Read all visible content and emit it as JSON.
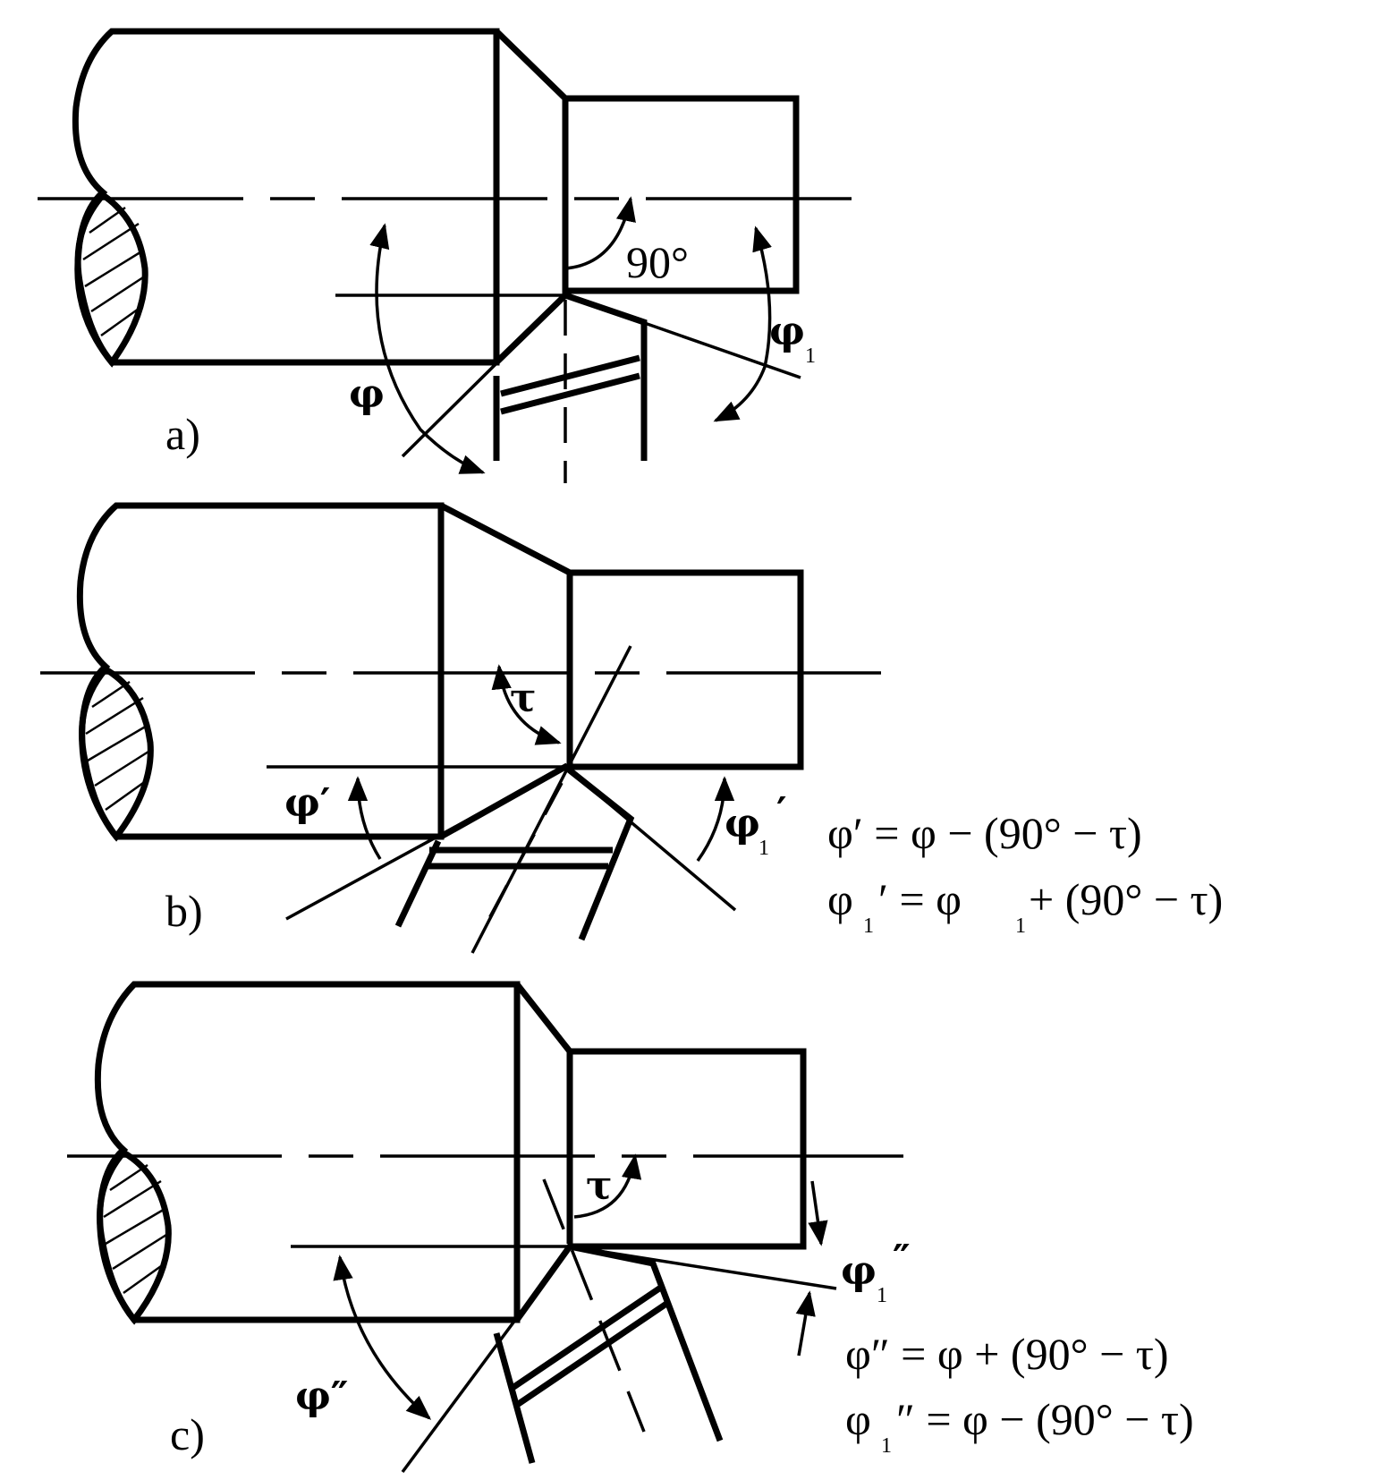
{
  "panels": {
    "a": {
      "label": "a)",
      "angle_90": "90°",
      "phi": "φ",
      "phi1": "φ",
      "phi1_sub": "1"
    },
    "b": {
      "label": "b)",
      "tau": "τ",
      "phi_prime": "φ′",
      "phi1_prime": "φ",
      "phi1_prime_sub": "1",
      "phi1_prime_mark": "′",
      "formula1": "φ′ = φ − (90° − τ)",
      "formula2_pre": "φ",
      "formula2_sub": "1",
      "formula2_mid": "′ = φ",
      "formula2_sub2": "1",
      "formula2_post": "+ (90° − τ)"
    },
    "c": {
      "label": "c)",
      "tau": "τ",
      "phi_dprime": "φ″",
      "phi1_dprime": "φ",
      "phi1_dprime_sub": "1",
      "phi1_dprime_mark": "″",
      "formula1": "φ″ = φ + (90° − τ)",
      "formula2_pre": "φ",
      "formula2_sub": "1",
      "formula2_post": "″ = φ − (90° − τ)"
    }
  }
}
